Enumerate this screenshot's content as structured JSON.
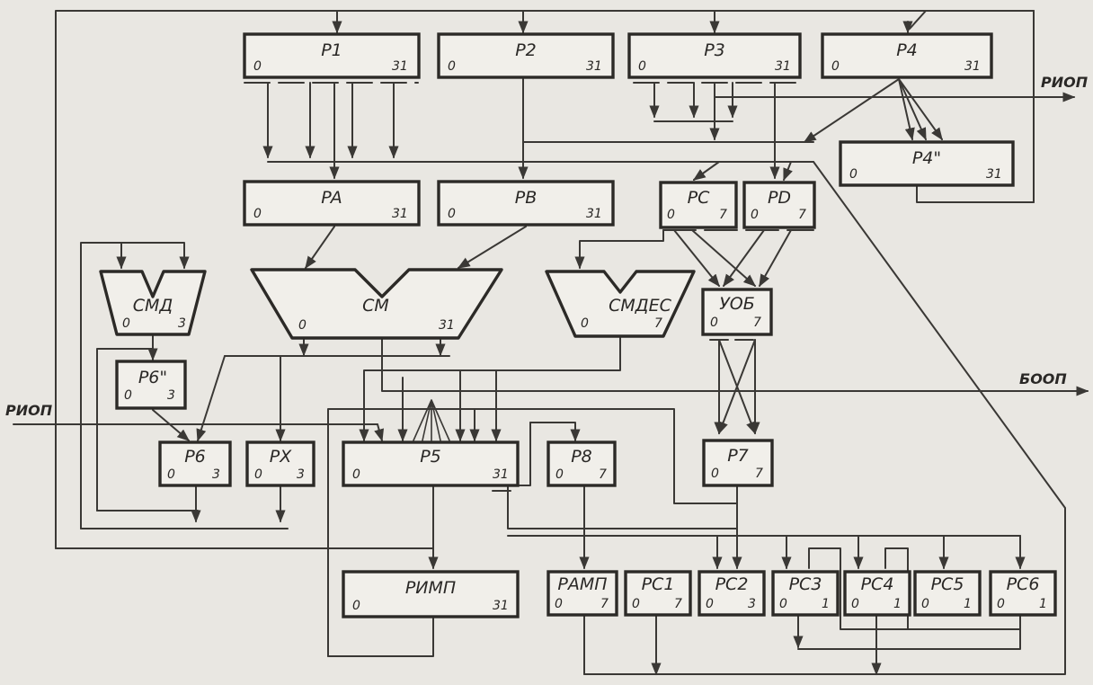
{
  "registers": {
    "p1": {
      "name": "P1",
      "lo": "0",
      "hi": "31"
    },
    "p2": {
      "name": "P2",
      "lo": "0",
      "hi": "31"
    },
    "p3": {
      "name": "P3",
      "lo": "0",
      "hi": "31"
    },
    "p4": {
      "name": "P4",
      "lo": "0",
      "hi": "31"
    },
    "p4pp": {
      "name": "P4\"",
      "lo": "0",
      "hi": "31"
    },
    "pa": {
      "name": "PA",
      "lo": "0",
      "hi": "31"
    },
    "pb": {
      "name": "PB",
      "lo": "0",
      "hi": "31"
    },
    "pc": {
      "name": "PC",
      "lo": "0",
      "hi": "7"
    },
    "pd": {
      "name": "PD",
      "lo": "0",
      "hi": "7"
    },
    "p6pp": {
      "name": "P6\"",
      "lo": "0",
      "hi": "3"
    },
    "p6": {
      "name": "P6",
      "lo": "0",
      "hi": "3"
    },
    "px": {
      "name": "PX",
      "lo": "0",
      "hi": "3"
    },
    "p5": {
      "name": "P5",
      "lo": "0",
      "hi": "31"
    },
    "p8": {
      "name": "P8",
      "lo": "0",
      "hi": "7"
    },
    "p7": {
      "name": "P7",
      "lo": "0",
      "hi": "7"
    },
    "uob": {
      "name": "УОБ",
      "lo": "0",
      "hi": "7"
    },
    "rimp": {
      "name": "РИМП",
      "lo": "0",
      "hi": "31"
    },
    "ramp": {
      "name": "РАМП",
      "lo": "0",
      "hi": "7"
    },
    "pc1": {
      "name": "PC1",
      "lo": "0",
      "hi": "7"
    },
    "pc2": {
      "name": "PC2",
      "lo": "0",
      "hi": "3"
    },
    "pc3": {
      "name": "PC3",
      "lo": "0",
      "hi": "1"
    },
    "pc4": {
      "name": "PC4",
      "lo": "0",
      "hi": "1"
    },
    "pc5": {
      "name": "PC5",
      "lo": "0",
      "hi": "1"
    },
    "pc6": {
      "name": "PC6",
      "lo": "0",
      "hi": "1"
    }
  },
  "adders": {
    "smd": {
      "name": "СМД",
      "lo": "0",
      "hi": "3"
    },
    "sm": {
      "name": "СМ",
      "lo": "0",
      "hi": "31"
    },
    "smdes": {
      "name": "СМДЕС",
      "lo": "0",
      "hi": "7"
    }
  },
  "external": {
    "riop_out": "РИОП",
    "boop": "БООП",
    "riop_in": "РИОП"
  },
  "colors": {
    "ink": "#2c2a27",
    "paper": "#e9e7e2"
  }
}
